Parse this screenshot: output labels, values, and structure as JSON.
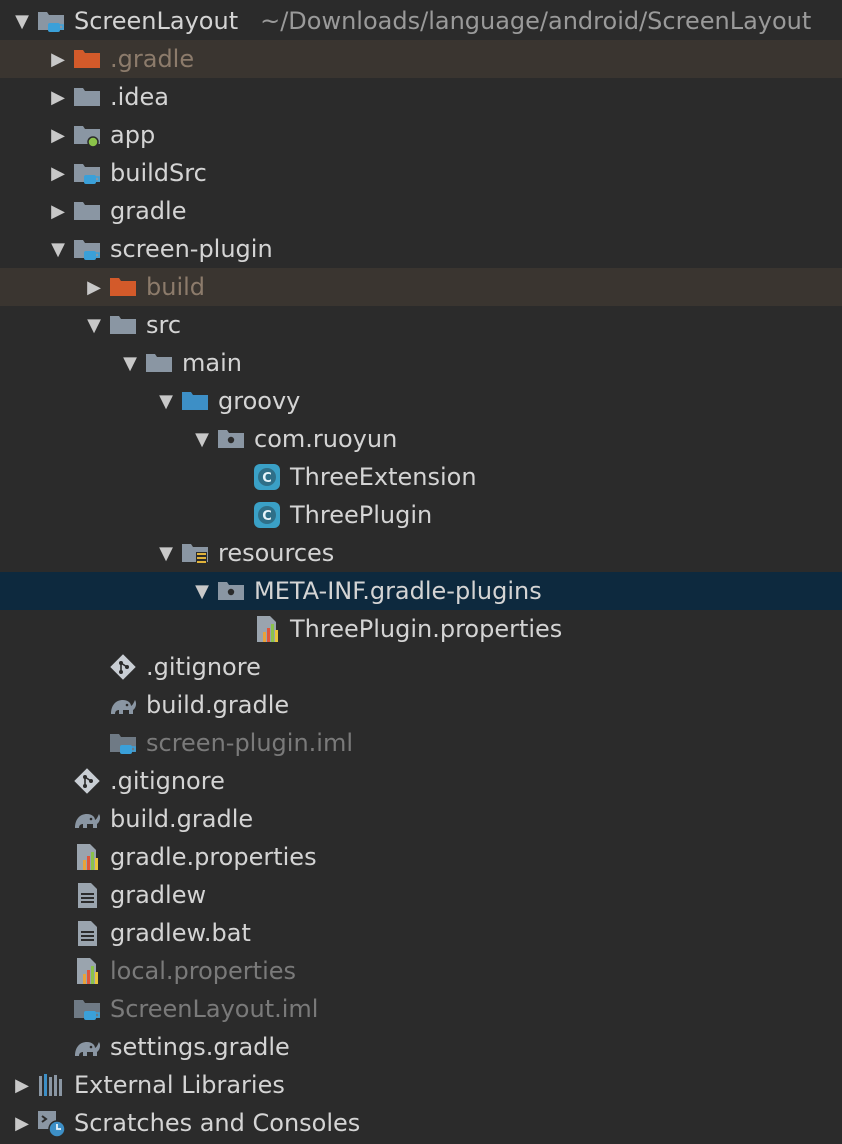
{
  "tree": [
    {
      "name": "project-root",
      "label": "ScreenLayout",
      "path": "~/Downloads/language/android/ScreenLayout",
      "depth": 0,
      "arrow": "down",
      "icon": "module-folder-icon",
      "state": "normal"
    },
    {
      "name": "folder-gradle-hidden",
      "label": ".gradle",
      "depth": 1,
      "arrow": "right",
      "icon": "excluded-folder-icon",
      "state": "excluded"
    },
    {
      "name": "folder-idea",
      "label": ".idea",
      "depth": 1,
      "arrow": "right",
      "icon": "folder-icon",
      "state": "normal"
    },
    {
      "name": "module-app",
      "label": "app",
      "depth": 1,
      "arrow": "right",
      "icon": "android-module-icon",
      "state": "normal"
    },
    {
      "name": "module-buildsrc",
      "label": "buildSrc",
      "depth": 1,
      "arrow": "right",
      "icon": "module-folder-icon",
      "state": "normal"
    },
    {
      "name": "folder-gradle",
      "label": "gradle",
      "depth": 1,
      "arrow": "right",
      "icon": "folder-icon",
      "state": "normal"
    },
    {
      "name": "module-screen-plugin",
      "label": "screen-plugin",
      "depth": 1,
      "arrow": "down",
      "icon": "module-folder-icon",
      "state": "normal"
    },
    {
      "name": "folder-build",
      "label": "build",
      "depth": 2,
      "arrow": "right",
      "icon": "excluded-folder-icon",
      "state": "excluded"
    },
    {
      "name": "folder-src",
      "label": "src",
      "depth": 2,
      "arrow": "down",
      "icon": "folder-icon",
      "state": "normal"
    },
    {
      "name": "folder-main",
      "label": "main",
      "depth": 3,
      "arrow": "down",
      "icon": "folder-icon",
      "state": "normal"
    },
    {
      "name": "folder-groovy",
      "label": "groovy",
      "depth": 4,
      "arrow": "down",
      "icon": "source-folder-icon",
      "state": "normal"
    },
    {
      "name": "package-com-ruoyun",
      "label": "com.ruoyun",
      "depth": 5,
      "arrow": "down",
      "icon": "package-icon",
      "state": "normal"
    },
    {
      "name": "class-three-extension",
      "label": "ThreeExtension",
      "depth": 6,
      "arrow": "none",
      "icon": "groovy-class-icon",
      "state": "normal"
    },
    {
      "name": "class-three-plugin",
      "label": "ThreePlugin",
      "depth": 6,
      "arrow": "none",
      "icon": "groovy-class-icon",
      "state": "normal"
    },
    {
      "name": "folder-resources",
      "label": "resources",
      "depth": 4,
      "arrow": "down",
      "icon": "resources-folder-icon",
      "state": "normal"
    },
    {
      "name": "package-meta-inf",
      "label": "META-INF.gradle-plugins",
      "depth": 5,
      "arrow": "down",
      "icon": "package-icon",
      "state": "selected"
    },
    {
      "name": "file-three-plugin-properties",
      "label": "ThreePlugin.properties",
      "depth": 6,
      "arrow": "none",
      "icon": "properties-file-icon",
      "state": "normal"
    },
    {
      "name": "file-gitignore-module",
      "label": ".gitignore",
      "depth": 2,
      "arrow": "none",
      "icon": "git-file-icon",
      "state": "normal"
    },
    {
      "name": "file-build-gradle-module",
      "label": "build.gradle",
      "depth": 2,
      "arrow": "none",
      "icon": "gradle-elephant-icon",
      "state": "normal"
    },
    {
      "name": "file-screen-plugin-iml",
      "label": "screen-plugin.iml",
      "depth": 2,
      "arrow": "none",
      "icon": "iml-file-icon",
      "state": "dim"
    },
    {
      "name": "file-gitignore-root",
      "label": ".gitignore",
      "depth": 1,
      "arrow": "none",
      "icon": "git-file-icon",
      "state": "normal"
    },
    {
      "name": "file-build-gradle-root",
      "label": "build.gradle",
      "depth": 1,
      "arrow": "none",
      "icon": "gradle-elephant-icon",
      "state": "normal"
    },
    {
      "name": "file-gradle-properties",
      "label": "gradle.properties",
      "depth": 1,
      "arrow": "none",
      "icon": "properties-file-icon",
      "state": "normal"
    },
    {
      "name": "file-gradlew",
      "label": "gradlew",
      "depth": 1,
      "arrow": "none",
      "icon": "text-file-icon",
      "state": "normal"
    },
    {
      "name": "file-gradlew-bat",
      "label": "gradlew.bat",
      "depth": 1,
      "arrow": "none",
      "icon": "text-file-icon",
      "state": "normal"
    },
    {
      "name": "file-local-properties",
      "label": "local.properties",
      "depth": 1,
      "arrow": "none",
      "icon": "properties-file-icon",
      "state": "dim"
    },
    {
      "name": "file-screenlayout-iml",
      "label": "ScreenLayout.iml",
      "depth": 1,
      "arrow": "none",
      "icon": "iml-file-icon",
      "state": "dim"
    },
    {
      "name": "file-settings-gradle",
      "label": "settings.gradle",
      "depth": 1,
      "arrow": "none",
      "icon": "gradle-elephant-icon",
      "state": "normal"
    },
    {
      "name": "node-external-libraries",
      "label": "External Libraries",
      "depth": 0,
      "arrow": "right",
      "icon": "libraries-icon",
      "state": "normal"
    },
    {
      "name": "node-scratches",
      "label": "Scratches and Consoles",
      "depth": 0,
      "arrow": "right",
      "icon": "scratches-icon",
      "state": "normal"
    }
  ],
  "colors": {
    "background": "#2b2b2b",
    "selection": "#0d293e",
    "excluded_row": "#3a3530",
    "folder": "#8a96a3",
    "excluded_folder": "#d35a2a",
    "source_folder": "#3d8fc6",
    "groovy_class": "#3aa0c6",
    "module_badge": "#3aa0d9",
    "android_badge": "#8bc34a"
  }
}
